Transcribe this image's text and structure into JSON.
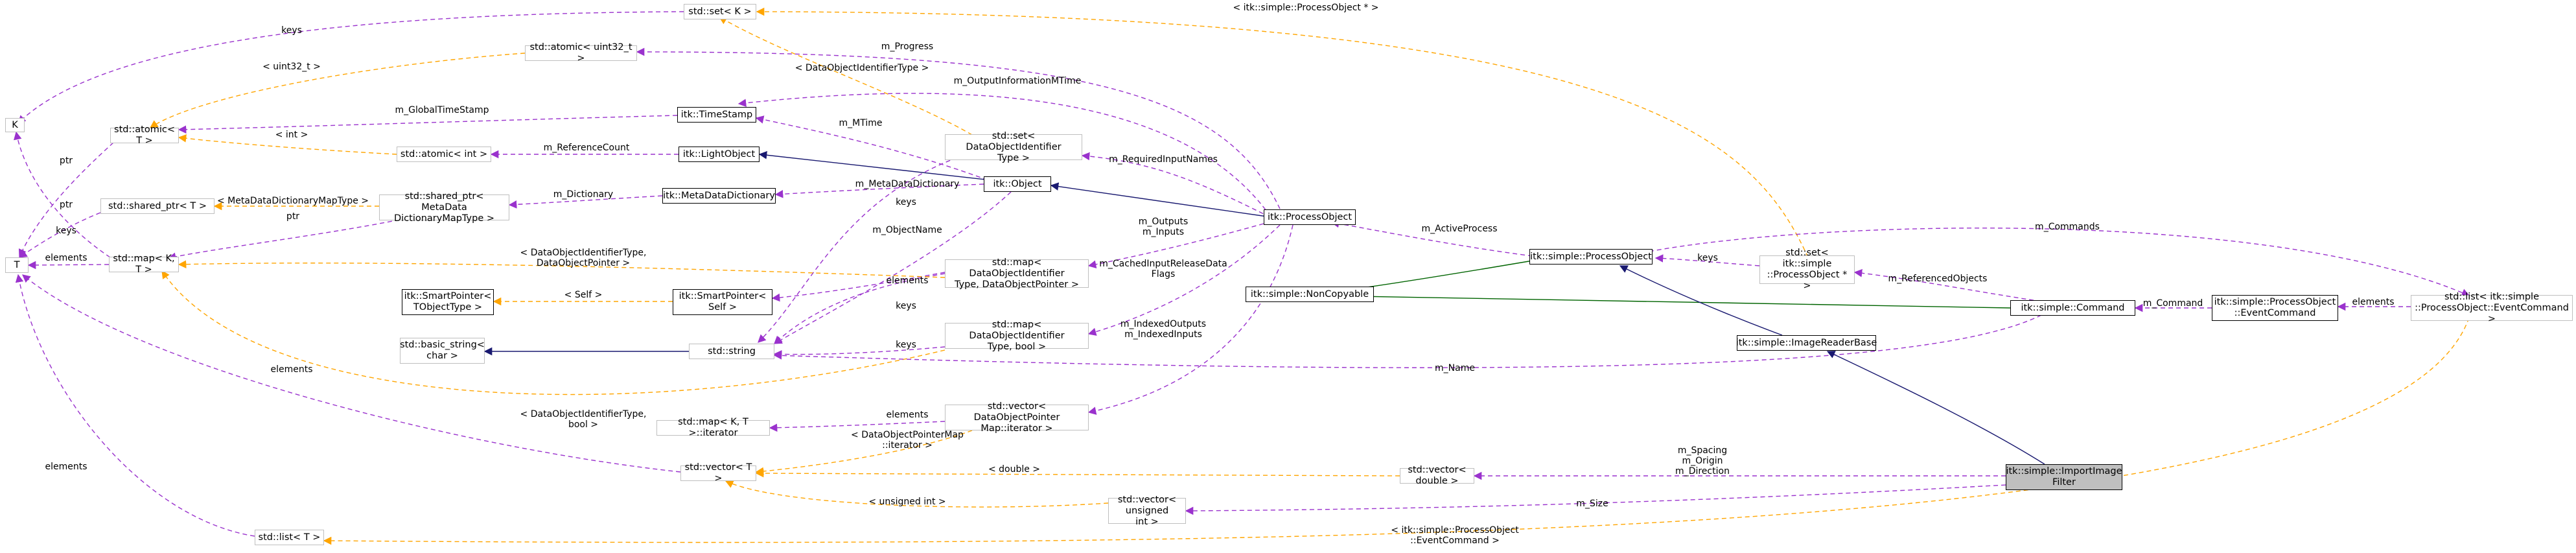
{
  "nodes": {
    "k": "K",
    "t": "T",
    "set_k": "std::set< K >",
    "atomic_uint32": "std::atomic< uint32_t >",
    "atomic_t": "std::atomic< T >",
    "timestamp": "itk::TimeStamp",
    "atomic_int": "std::atomic< int >",
    "lightobject": "itk::LightObject",
    "shared_ptr_t": "std::shared_ptr< T >",
    "shared_ptr_meta": "std::shared_ptr< MetaData\nDictionaryMapType >",
    "metadata_dict": "itk::MetaDataDictionary",
    "map_kt": "std::map< K, T >",
    "smartptr_t": "itk::SmartPointer<\nTObjectType >",
    "smartptr_self": "itk::SmartPointer<\nSelf >",
    "basic_string": "std::basic_string<\nchar >",
    "string": "std::string",
    "map_iterator": "std::map< K, T >::iterator",
    "vector_t": "std::vector< T >",
    "list_t": "std::list< T >",
    "set_dataobj_id": "std::set< DataObjectIdentifier\nType >",
    "object": "itk::Object",
    "map_dataobj_ptr": "std::map< DataObjectIdentifier\nType, DataObjectPointer >",
    "map_dataobj_bool": "std::map< DataObjectIdentifier\nType, bool >",
    "vector_dataptr_iter": "std::vector< DataObjectPointer\nMap::iterator >",
    "vector_uint": "std::vector< unsigned\nint >",
    "processobject": "itk::ProcessObject",
    "noncopyable": "itk::simple::NonCopyable",
    "simple_processobject": "itk::simple::ProcessObject",
    "set_simple_po_ptr": "std::set< itk::simple\n::ProcessObject * >",
    "vector_double": "std::vector< double >",
    "imagereaderbase": "itk::simple::ImageReaderBase",
    "command": "itk::simple::Command",
    "po_eventcommand": "itk::simple::ProcessObject\n::EventCommand",
    "list_eventcommand": "std::list< itk::simple\n::ProcessObject::EventCommand >",
    "importimagefilter": "itk::simple::ImportImage\nFilter"
  },
  "labels": {
    "keys_setk_k": "keys",
    "uint32": "< uint32_t >",
    "ptr_atomic": "ptr",
    "int_tpl": "< int >",
    "global_ts": "m_GlobalTimeStamp",
    "ref_count": "m_ReferenceCount",
    "ptr_shared": "ptr",
    "keys_map_k": "keys",
    "elements_map_t": "elements",
    "meta_dict_map_tpl": "< MetaDataDictionaryMapType >",
    "ptr_meta": "ptr",
    "m_dictionary": "m_Dictionary",
    "self_tpl": "< Self >",
    "elements_vector": "elements",
    "elements_list": "elements",
    "progress": "m_Progress",
    "dataobj_id_type": "< DataObjectIdentifierType >",
    "output_info_mtime": "m_OutputInformationMTime",
    "mtime": "m_MTime",
    "meta_dictionary": "m_MetaDataDictionary",
    "keys_set_string": "keys",
    "object_name": "m_ObjectName",
    "required_inputs": "m_RequiredInputNames",
    "outputs_inputs": "m_Outputs\nm_Inputs",
    "cached_release": "m_CachedInputReleaseData\nFlags",
    "indexed": "m_IndexedOutputs\nm_IndexedInputs",
    "elements_map_ptr_string": "elements",
    "keys_map_ptr_string": "keys",
    "keys_map_bool_string": "keys",
    "map_ptr_tpl": "< DataObjectIdentifierType,\nDataObjectPointer >",
    "map_bool_tpl": "< DataObjectIdentifierType,\nbool >",
    "elements_map_iter": "elements",
    "vector_iter_tpl": "< DataObjectPointerMap\n::iterator >",
    "unsigned_int_tpl": "< unsigned int >",
    "double_tpl": "< double >",
    "active_process": "m_ActiveProcess",
    "keys_set_po": "keys",
    "process_object_ptr_tpl": "< itk::simple::ProcessObject * >",
    "referenced_objects": "m_ReferencedObjects",
    "m_commands": "m_Commands",
    "m_command": "m_Command",
    "elements_list_cmd": "elements",
    "m_name": "m_Name",
    "spacing_origin_direction": "m_Spacing\nm_Origin\nm_Direction",
    "m_size": "m_Size",
    "event_command_tpl": "< itk::simple::ProcessObject\n::EventCommand >"
  },
  "colors": {
    "inheritance": "#191970",
    "public_inheritance": "#006400",
    "usage": "#9a32cd",
    "template": "#ffa500",
    "node_border": "#000000",
    "external_border": "#bfbfbf",
    "focus_fill": "#bfbfbf"
  }
}
